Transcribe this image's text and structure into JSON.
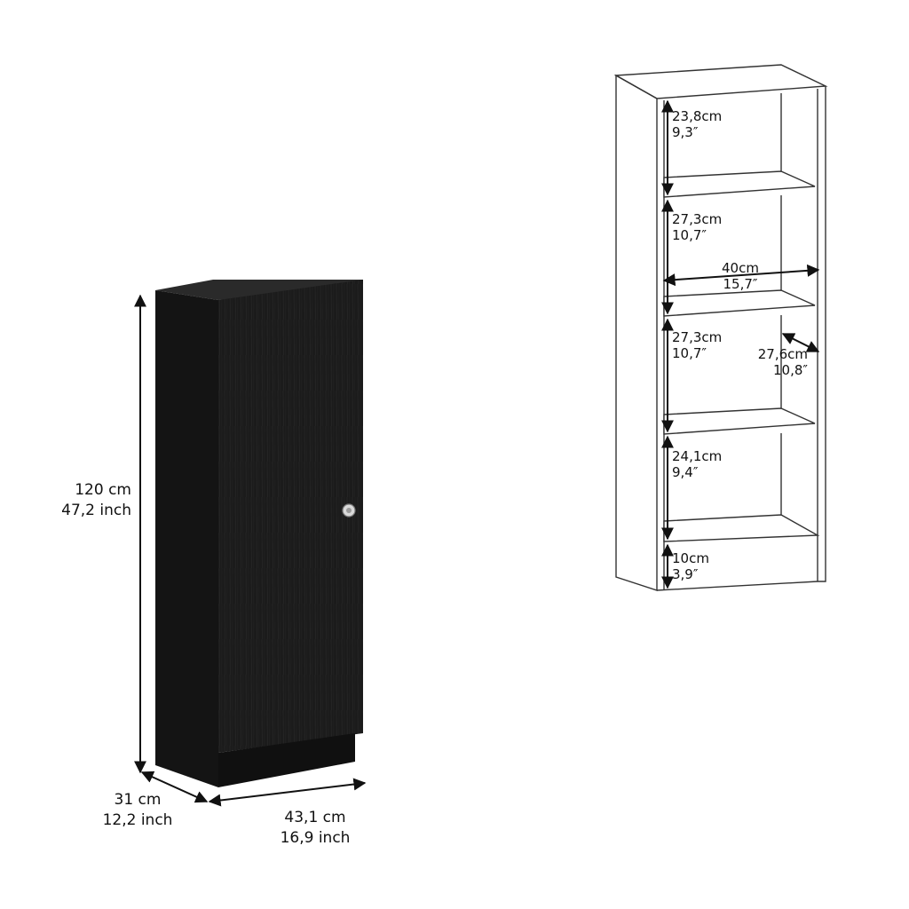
{
  "cabinet": {
    "height": {
      "cm": "120 cm",
      "inch": "47,2 inch"
    },
    "depth": {
      "cm": "31 cm",
      "inch": "12,2 inch"
    },
    "width": {
      "cm": "43,1 cm",
      "inch": "16,9 inch"
    },
    "finish_color": "#1b1b1b"
  },
  "interior": {
    "shelf_1": {
      "cm": "23,8cm",
      "inch": "9,3″"
    },
    "shelf_2": {
      "cm": "27,3cm",
      "inch": "10,7″"
    },
    "shelf_3": {
      "cm": "27,3cm",
      "inch": "10,7″"
    },
    "shelf_4": {
      "cm": "24,1cm",
      "inch": "9,4″"
    },
    "base": {
      "cm": "10cm",
      "inch": "3,9″"
    },
    "inner_width": {
      "cm": "40cm",
      "inch": "15,7″"
    },
    "inner_depth": {
      "cm": "27,6cm",
      "inch": "10,8″"
    }
  }
}
